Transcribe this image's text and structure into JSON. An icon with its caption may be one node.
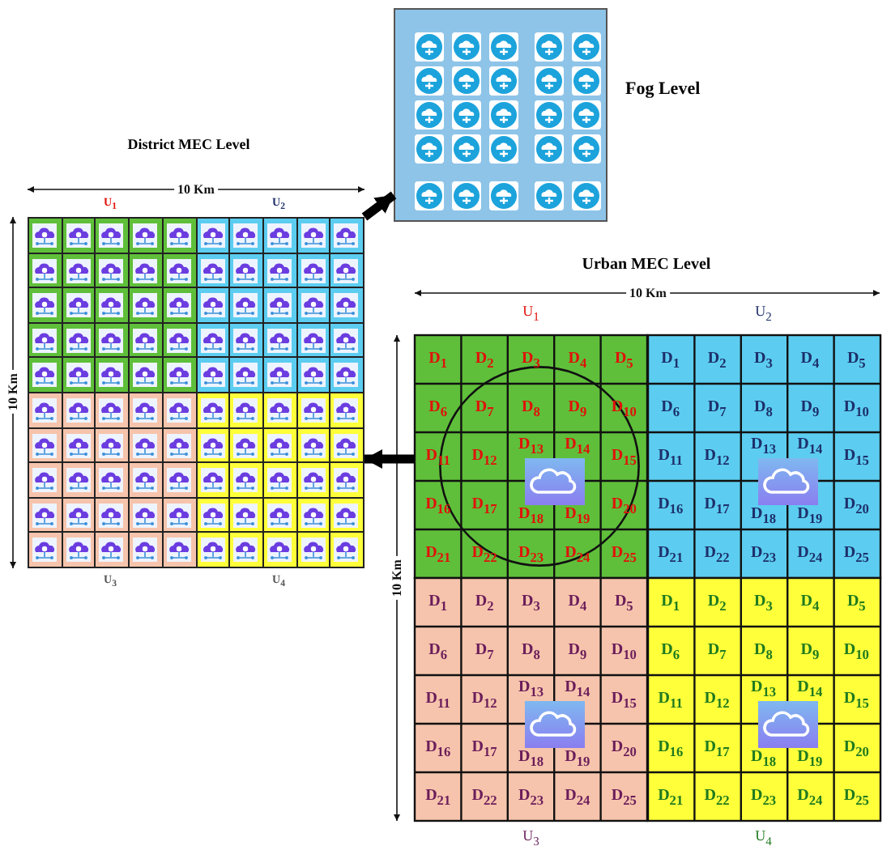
{
  "diagram": {
    "nodes": [
      {
        "text": [
          "Fog Level"
        ]
      },
      {
        "text": [
          "District MEC Level"
        ]
      },
      {
        "text": [
          "Urban MEC Level"
        ]
      },
      {
        "text": [
          "U$_{1}$"
        ],
        "in": 2
      },
      {
        "text": [
          "D$_{1}$"
        ],
        "in": 3
      },
      {
        "text": [
          "D$_{2}$"
        ],
        "in": 3
      },
      {
        "text": [
          "D$_{3}$"
        ],
        "in": 3
      },
      {
        "text": [
          "D$_{4}$"
        ],
        "in": 3
      },
      {
        "text": [
          "D$_{5}$"
        ],
        "in": 3
      },
      {
        "text": [
          "D$_{6}$"
        ],
        "in": 3
      },
      {
        "text": [
          "D$_{7}$"
        ],
        "in": 3
      },
      {
        "text": [
          "D$_{8}$"
        ],
        "in": 3
      },
      {
        "text": [
          "D$_{9}$"
        ],
        "in": 3
      },
      {
        "text": [
          "D$_{10}$"
        ],
        "in": 3
      },
      {
        "text": [
          "D$_{11}$"
        ],
        "in": 3
      },
      {
        "text": [
          "D$_{12}$"
        ],
        "in": 3
      },
      {
        "text": [
          "D$_{13}$"
        ],
        "in": 3
      },
      {
        "text": [
          "D$_{14}$"
        ],
        "in": 3
      },
      {
        "text": [
          "D$_{15}$"
        ],
        "in": 3
      },
      {
        "text": [
          "D$_{16}$"
        ],
        "in": 3
      },
      {
        "text": [
          "D$_{17}$"
        ],
        "in": 3
      },
      {
        "text": [
          "D$_{18}$"
        ],
        "in": 3
      },
      {
        "text": [
          "D$_{19}$"
        ],
        "in": 3
      },
      {
        "text": [
          "D$_{20}$"
        ],
        "in": 3
      },
      {
        "text": [
          "D$_{21}$"
        ],
        "in": 3
      },
      {
        "text": [
          "D$_{22}$"
        ],
        "in": 3
      },
      {
        "text": [
          "D$_{23}$"
        ],
        "in": 3
      },
      {
        "text": [
          "D$_{24}$"
        ],
        "in": 3
      },
      {
        "text": [
          "D$_{25}$"
        ],
        "in": 3
      },
      {
        "text": [
          "U$_{2}$"
        ],
        "in": 2
      },
      {
        "text": [
          "D$_{1}$"
        ],
        "in": 29
      },
      {
        "text": [
          "D$_{2}$"
        ],
        "in": 29
      },
      {
        "text": [
          "D$_{3}$"
        ],
        "in": 29
      },
      {
        "text": [
          "D$_{4}$"
        ],
        "in": 29
      },
      {
        "text": [
          "D$_{5}$"
        ],
        "in": 29
      },
      {
        "text": [
          "D$_{6}$"
        ],
        "in": 29
      },
      {
        "text": [
          "D$_{7}$"
        ],
        "in": 29
      },
      {
        "text": [
          "D$_{8}$"
        ],
        "in": 29
      },
      {
        "text": [
          "D$_{9}$"
        ],
        "in": 29
      },
      {
        "text": [
          "D$_{10}$"
        ],
        "in": 29
      },
      {
        "text": [
          "D$_{11}$"
        ],
        "in": 29
      },
      {
        "text": [
          "D$_{12}$"
        ],
        "in": 29
      },
      {
        "text": [
          "D$_{13}$"
        ],
        "in": 29
      },
      {
        "text": [
          "D$_{14}$"
        ],
        "in": 29
      },
      {
        "text": [
          "D$_{15}$"
        ],
        "in": 29
      },
      {
        "text": [
          "D$_{16}$"
        ],
        "in": 29
      },
      {
        "text": [
          "D$_{17}$"
        ],
        "in": 29
      },
      {
        "text": [
          "D$_{18}$"
        ],
        "in": 29
      },
      {
        "text": [
          "D$_{19}$"
        ],
        "in": 29
      },
      {
        "text": [
          "D$_{20}$"
        ],
        "in": 29
      },
      {
        "text": [
          "D$_{21}$"
        ],
        "in": 29
      },
      {
        "text": [
          "D$_{22}$"
        ],
        "in": 29
      },
      {
        "text": [
          "D$_{23}$"
        ],
        "in": 29
      },
      {
        "text": [
          "D$_{24}$"
        ],
        "in": 29
      },
      {
        "text": [
          "D$_{25}$"
        ],
        "in": 29
      },
      {
        "text": [
          "U$_{3}$"
        ],
        "in": 2
      },
      {
        "text": [
          "D$_{1}$"
        ],
        "in": 55
      },
      {
        "text": [
          "D$_{2}$"
        ],
        "in": 55
      },
      {
        "text": [
          "D$_{3}$"
        ],
        "in": 55
      },
      {
        "text": [
          "D$_{4}$"
        ],
        "in": 55
      },
      {
        "text": [
          "D$_{5}$"
        ],
        "in": 55
      },
      {
        "text": [
          "D$_{6}$"
        ],
        "in": 55
      },
      {
        "text": [
          "D$_{7}$"
        ],
        "in": 55
      },
      {
        "text": [
          "D$_{8}$"
        ],
        "in": 55
      },
      {
        "text": [
          "D$_{9}$"
        ],
        "in": 55
      },
      {
        "text": [
          "D$_{10}$"
        ],
        "in": 55
      },
      {
        "text": [
          "D$_{11}$"
        ],
        "in": 55
      },
      {
        "text": [
          "D$_{12}$"
        ],
        "in": 55
      },
      {
        "text": [
          "D$_{13}$"
        ],
        "in": 55
      },
      {
        "text": [
          "D$_{14}$"
        ],
        "in": 55
      },
      {
        "text": [
          "D$_{15}$"
        ],
        "in": 55
      },
      {
        "text": [
          "D$_{16}$"
        ],
        "in": 55
      },
      {
        "text": [
          "D$_{17}$"
        ],
        "in": 55
      },
      {
        "text": [
          "D$_{18}$"
        ],
        "in": 55
      },
      {
        "text": [
          "D$_{19}$"
        ],
        "in": 55
      },
      {
        "text": [
          "D$_{20}$"
        ],
        "in": 55
      },
      {
        "text": [
          "D$_{21}$"
        ],
        "in": 55
      },
      {
        "text": [
          "D$_{22}$"
        ],
        "in": 55
      },
      {
        "text": [
          "D$_{23}$"
        ],
        "in": 55
      },
      {
        "text": [
          "D$_{24}$"
        ],
        "in": 55
      },
      {
        "text": [
          "D$_{25}$"
        ],
        "in": 55
      },
      {
        "text": [
          "U$_{4}$"
        ],
        "in": 2
      },
      {
        "text": [
          "D$_{1}$"
        ],
        "in": 81
      },
      {
        "text": [
          "D$_{2}$"
        ],
        "in": 81
      },
      {
        "text": [
          "D$_{3}$"
        ],
        "in": 81
      },
      {
        "text": [
          "D$_{4}$"
        ],
        "in": 81
      },
      {
        "text": [
          "D$_{5}$"
        ],
        "in": 81
      },
      {
        "text": [
          "D$_{6}$"
        ],
        "in": 81
      },
      {
        "text": [
          "D$_{7}$"
        ],
        "in": 81
      },
      {
        "text": [
          "D$_{8}$"
        ],
        "in": 81
      },
      {
        "text": [
          "D$_{9}$"
        ],
        "in": 81
      },
      {
        "text": [
          "D$_{10}$"
        ],
        "in": 81
      },
      {
        "text": [
          "D$_{11}$"
        ],
        "in": 81
      },
      {
        "text": [
          "D$_{12}$"
        ],
        "in": 81
      },
      {
        "text": [
          "D$_{13}$"
        ],
        "in": 81
      },
      {
        "text": [
          "D$_{14}$"
        ],
        "in": 81
      },
      {
        "text": [
          "D$_{15}$"
        ],
        "in": 81
      },
      {
        "text": [
          "D$_{16}$"
        ],
        "in": 81
      },
      {
        "text": [
          "D$_{17}$"
        ],
        "in": 81
      },
      {
        "text": [
          "D$_{18}$"
        ],
        "in": 81
      },
      {
        "text": [
          "D$_{19}$"
        ],
        "in": 81
      },
      {
        "text": [
          "D$_{20}$"
        ],
        "in": 81
      },
      {
        "text": [
          "D$_{21}$"
        ],
        "in": 81
      },
      {
        "text": [
          "D$_{22}$"
        ],
        "in": 81
      },
      {
        "text": [
          "D$_{23}$"
        ],
        "in": 81
      },
      {
        "text": [
          "D$_{24}$"
        ],
        "in": 81
      },
      {
        "text": [
          "D$_{25}$"
        ],
        "in": 81
      }
    ],
    "edges": [
      {
        "from": 1,
        "to": 0,
        "arrow": "to"
      },
      {
        "from": 3,
        "to": 1,
        "arrow": "to"
      }
    ],
    "labels": [
      "10 Km",
      "U$_{1}$",
      "U$_{2}$",
      "10 Km",
      "U$_{3}$",
      "U$_{4}$",
      "10 Km",
      "10 Km"
    ]
  }
}
